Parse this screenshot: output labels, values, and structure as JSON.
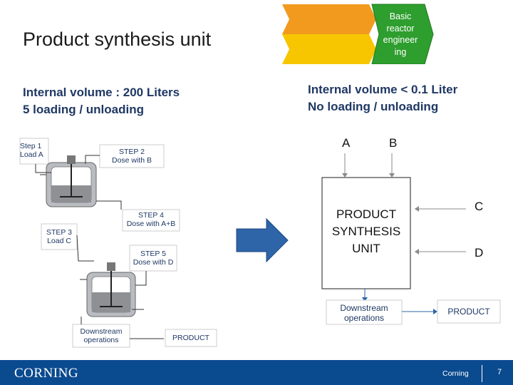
{
  "title": "Product synthesis unit",
  "left_specs": {
    "line1": "Internal volume : 200 Liters",
    "line2": "5 loading / unloading"
  },
  "right_specs": {
    "line1": "Internal volume < 0.1 Liter",
    "line2": "No loading / unloading"
  },
  "stage_badge": {
    "line1": "Basic",
    "line2": "reactor",
    "line3": "engineer",
    "line4": "ing",
    "colors": [
      "#f29a1e",
      "#f7c600",
      "#2e9e2e",
      "#23b24b"
    ]
  },
  "batch_diagram": {
    "step1": [
      "Step 1",
      "Load A"
    ],
    "step2": [
      "STEP 2",
      "Dose with B"
    ],
    "step3": [
      "STEP 3",
      "Load C"
    ],
    "step4": [
      "STEP 4",
      "Dose with A+B"
    ],
    "step5": [
      "STEP 5",
      "Dose with D"
    ],
    "downstream": [
      "Downstream",
      "operations"
    ],
    "product": "PRODUCT"
  },
  "flow_diagram": {
    "input_a": "A",
    "input_b": "B",
    "input_c": "C",
    "input_d": "D",
    "unit_label": [
      "PRODUCT",
      "SYNTHESIS",
      "UNIT"
    ],
    "downstream": [
      "Downstream",
      "operations"
    ],
    "product": "PRODUCT"
  },
  "footer": {
    "logo": "CORNING",
    "company": "Corning",
    "page": "7"
  }
}
